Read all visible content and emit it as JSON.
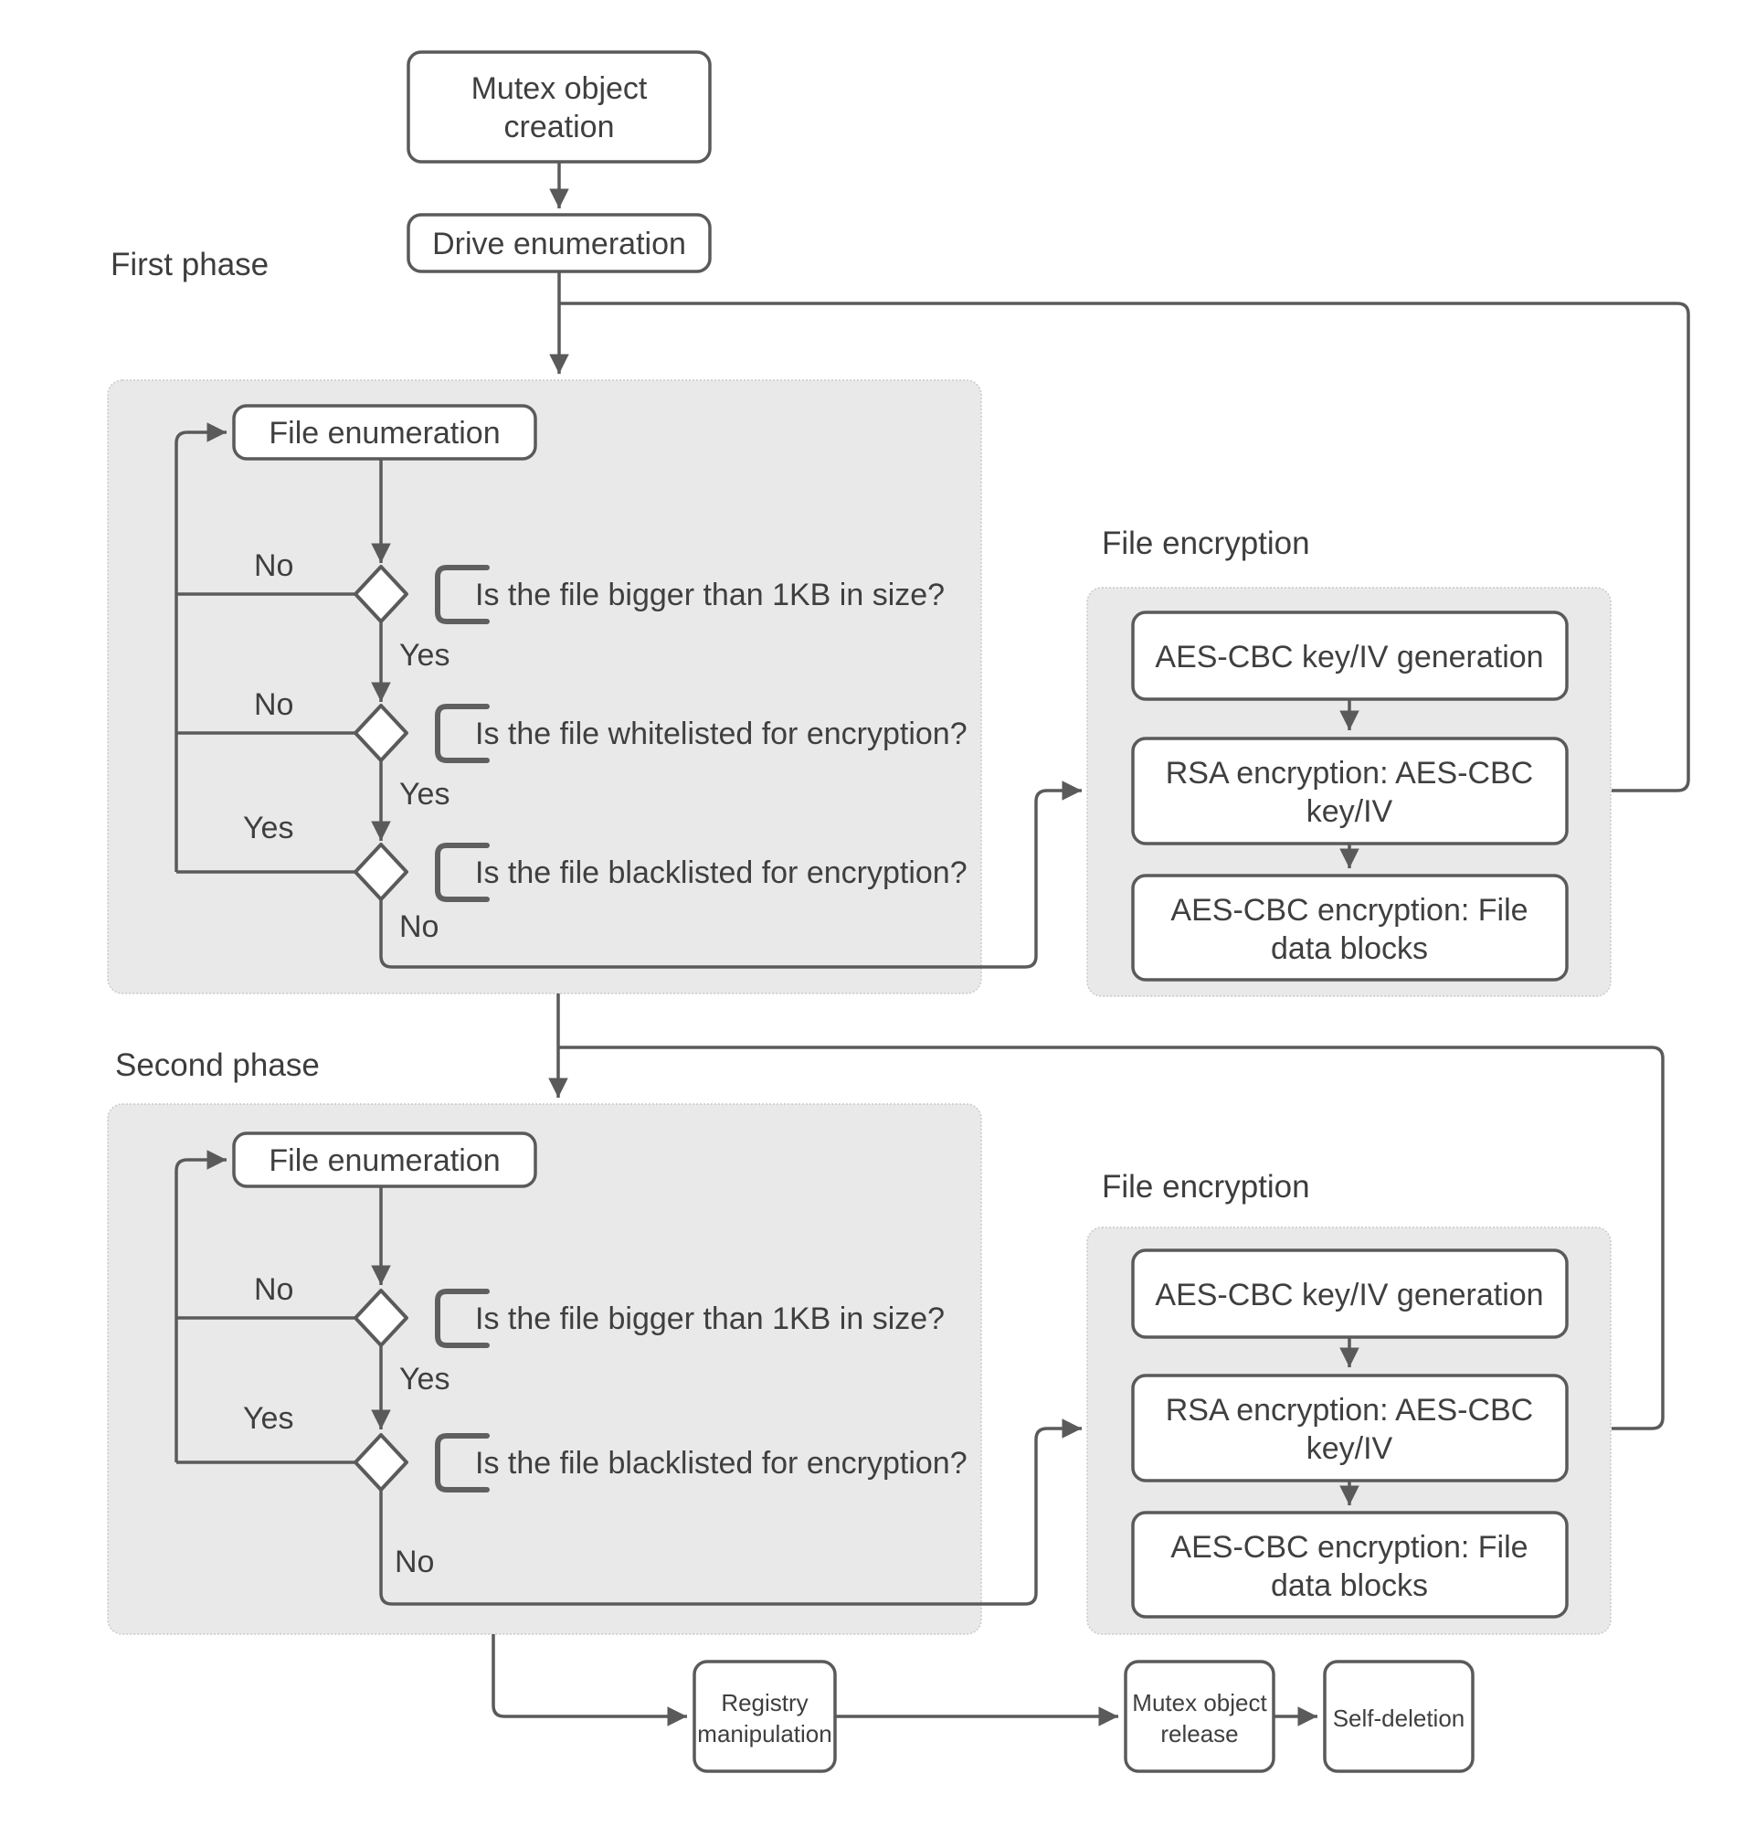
{
  "diagram": {
    "type": "flowchart",
    "background": "#ffffff"
  },
  "colors": {
    "line": "#5a5a5a",
    "box_border": "#5a5a5a",
    "box_fill": "#ffffff",
    "panel_fill": "#e9e9e9",
    "panel_border": "#c9c9c9",
    "text": "#3f3f3f"
  },
  "sections": {
    "first_phase": "First phase",
    "second_phase": "Second phase",
    "file_encryption_1": "File encryption",
    "file_encryption_2": "File encryption"
  },
  "nodes": {
    "mutex_creation": {
      "line1": "Mutex object",
      "line2": "creation"
    },
    "drive_enumeration": {
      "line1": "Drive enumeration"
    },
    "file_enumeration_1": {
      "line1": "File enumeration"
    },
    "file_enumeration_2": {
      "line1": "File enumeration"
    },
    "aes_keygen_1": {
      "line1": "AES-CBC key/IV generation"
    },
    "rsa_encryption_1": {
      "line1": "RSA encryption: AES-CBC",
      "line2": "key/IV"
    },
    "aes_encryption_1": {
      "line1": "AES-CBC encryption: File",
      "line2": "data blocks"
    },
    "aes_keygen_2": {
      "line1": "AES-CBC key/IV generation"
    },
    "rsa_encryption_2": {
      "line1": "RSA encryption: AES-CBC",
      "line2": "key/IV"
    },
    "aes_encryption_2": {
      "line1": "AES-CBC encryption: File",
      "line2": "data blocks"
    },
    "registry_manipulation": {
      "line1": "Registry",
      "line2": "manipulation"
    },
    "mutex_release": {
      "line1": "Mutex object",
      "line2": "release"
    },
    "self_deletion": {
      "line1": "Self-deletion"
    }
  },
  "decisions": {
    "p1_q1": "Is the file bigger than 1KB in size?",
    "p1_q2": "Is the file whitelisted for encryption?",
    "p1_q3": "Is the file blacklisted for encryption?",
    "p2_q1": "Is the file bigger than 1KB in size?",
    "p2_q2": "Is the file blacklisted for encryption?"
  },
  "edge_labels": {
    "p1_d1_no": "No",
    "p1_d1_yes": "Yes",
    "p1_d2_no": "No",
    "p1_d2_yes": "Yes",
    "p1_d3_yes": "Yes",
    "p1_d3_no": "No",
    "p2_d1_no": "No",
    "p2_d1_yes": "Yes",
    "p2_d2_yes": "Yes",
    "p2_d2_no": "No"
  }
}
